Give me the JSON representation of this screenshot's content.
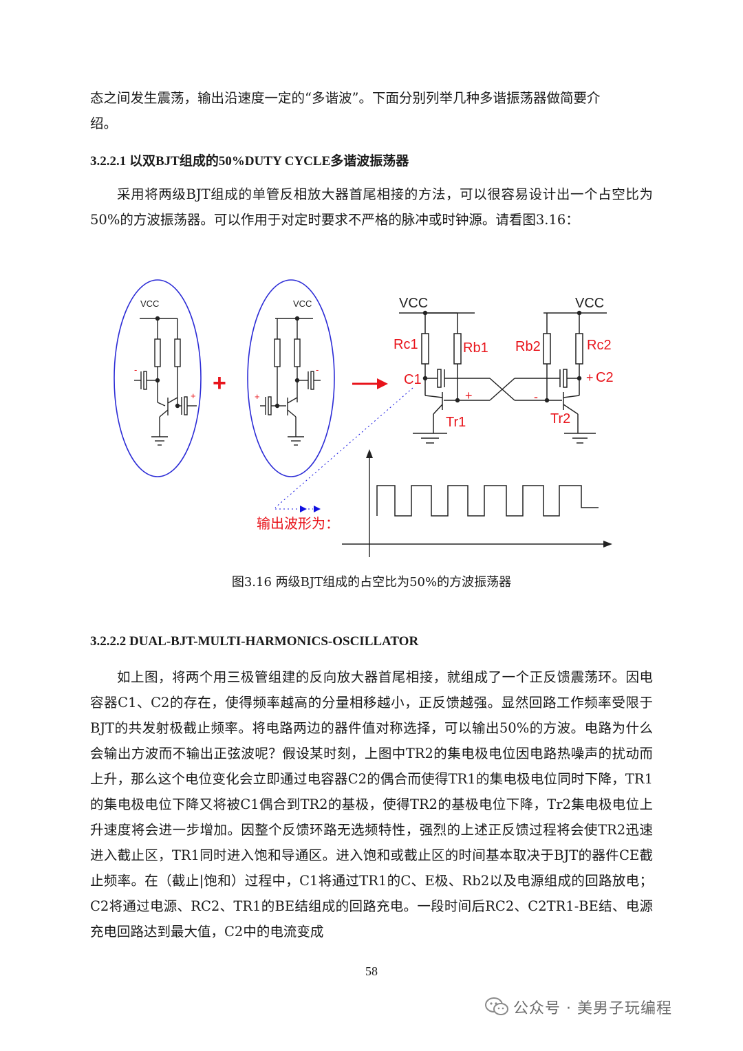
{
  "body": {
    "para0_line1": "态之间发生震荡，输出沿速度一定的“多谐波”。下面分别列举几种多谐振荡器做简要介",
    "para0_line2": "绍。",
    "heading1": "3.2.2.1  以双BJT组成的50%DUTY CYCLE多谐波振荡器",
    "para1": "采用将两级BJT组成的单管反相放大器首尾相接的方法，可以很容易设计出一个占空比为50%的方波振荡器。可以作用于对定时要求不严格的脉冲或时钟源。请看图3.16：",
    "heading2": "3.2.2.2  DUAL-BJT-MULTI-HARMONICS-OSCILLATOR",
    "para2": "如上图，将两个用三极管组建的反向放大器首尾相接，就组成了一个正反馈震荡环。因电容器C1、C2的存在，使得频率越高的分量相移越小，正反馈越强。显然回路工作频率受限于BJT的共发射极截止频率。将电路两边的器件值对称选择，可以输出50%的方波。电路为什么会输出方波而不输出正弦波呢？假设某时刻，上图中TR2的集电极电位因电路热噪声的扰动而上升，那么这个电位变化会立即通过电容器C2的偶合而使得TR1的集电极电位同时下降，TR1的集电极电位下降又将被C1偶合到TR2的基极，使得TR2的基极电位下降，Tr2集电极电位上升速度将会进一步增加。因整个反馈环路无选频特性，强烈的上述正反馈过程将会使TR2迅速进入截止区，TR1同时进入饱和导通区。进入饱和或截止区的时间基本取决于BJT的器件CE截止频率。在（截止|饱和）过程中，C1将通过TR1的C、E极、Rb2以及电源组成的回路放电；C2将通过电源、RC2、TR1的BE结组成的回路充电。一段时间后RC2、C2TR1-BE结、电源充电回路达到最大值，C2中的电流变成"
  },
  "figure": {
    "caption": "图3.16  两级BJT组成的占空比为50%的方波振荡器",
    "labels": {
      "vcc_small_1": "VCC",
      "vcc_small_2": "VCC",
      "plus_sign": "+",
      "vcc_left": "VCC",
      "vcc_right": "VCC",
      "rc1": "Rc1",
      "rb1": "Rb1",
      "rb2": "Rb2",
      "rc2": "Rc2",
      "c1": "C1",
      "c2": "C2",
      "tr1": "Tr1",
      "tr2": "Tr2",
      "output_wave": "输出波形为：",
      "pol_minus": "-",
      "pol_plus": "+"
    },
    "colors": {
      "ellipse": "#2b2bd6",
      "accent": "#e8141b",
      "arrow_blue": "#1010e0"
    }
  },
  "footer": {
    "page_number": "58",
    "watermark": "公众号 · 美男子玩编程",
    "watermark_icon": "wechat-icon"
  }
}
